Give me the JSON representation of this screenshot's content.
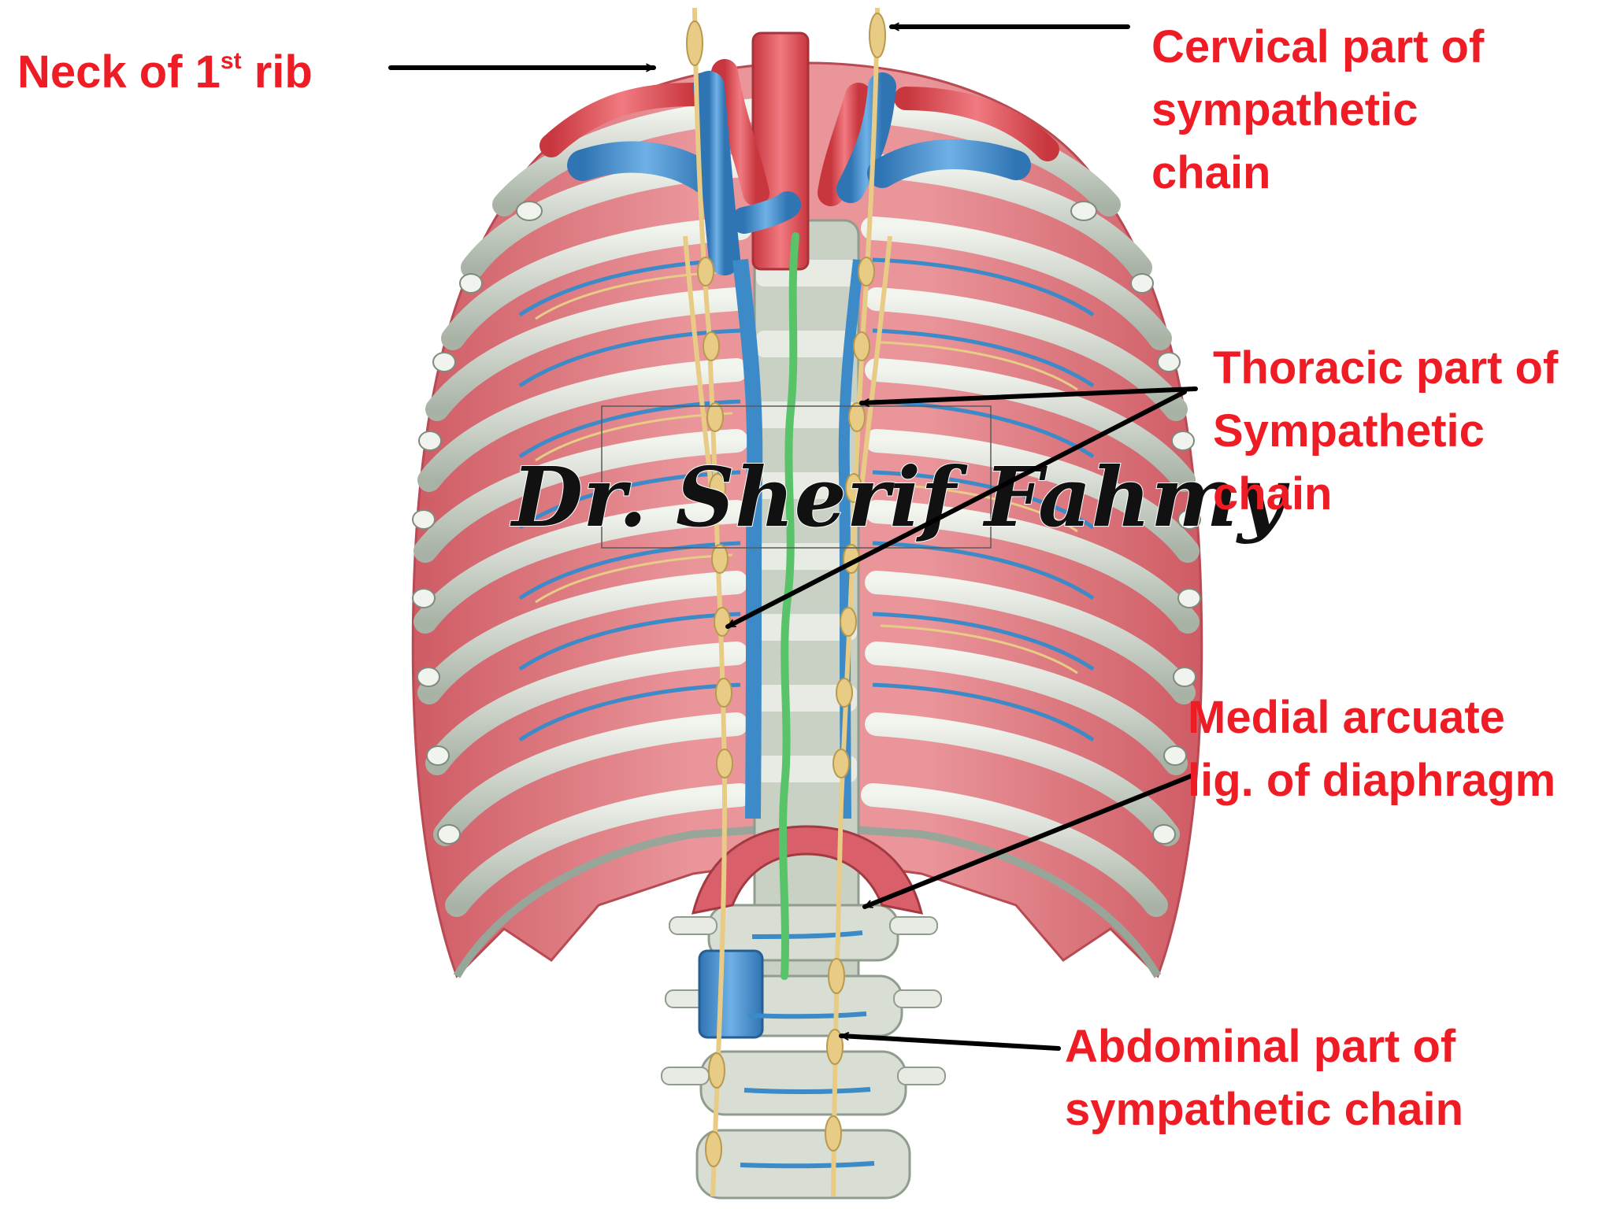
{
  "labels": {
    "neck_of_first_rib": {
      "prefix": "Neck of 1",
      "superscript": "st",
      "suffix": " rib"
    },
    "cervical": [
      "Cervical part of",
      "sympathetic",
      "chain"
    ],
    "thoracic": [
      "Thoracic part of",
      "Sympathetic",
      "chain"
    ],
    "medial_arcuate": [
      "Medial arcuate",
      "lig. of diaphragm"
    ],
    "abdominal": [
      "Abdominal part of",
      "sympathetic chain"
    ]
  },
  "watermark": "Dr. Sherif Fahmy",
  "colors": {
    "label_red": "#ee1c25",
    "artery_red": "#e04a52",
    "vein_blue": "#3d8ac8",
    "nerve_yellow": "#e8cc86",
    "bone": "#d6ddd2",
    "intercostal_muscle": "#e38a90",
    "thoracic_duct_green": "#59c36a",
    "arrow_black": "#000000"
  }
}
